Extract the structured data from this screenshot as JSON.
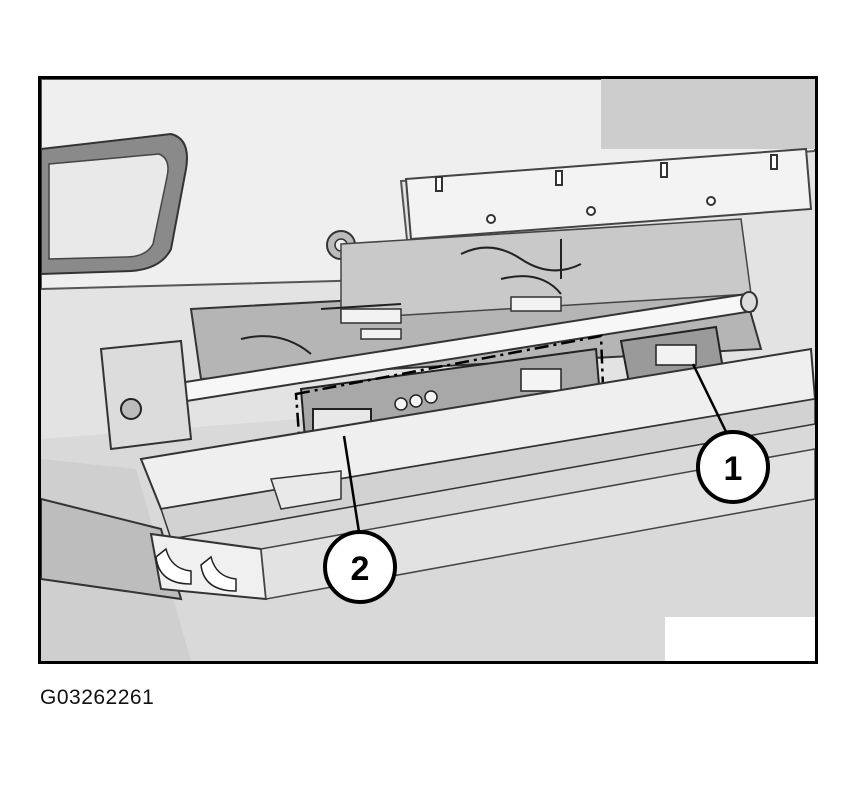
{
  "figure": {
    "id_code": "G03262261",
    "callouts": [
      {
        "number": "1"
      },
      {
        "number": "2"
      }
    ]
  }
}
